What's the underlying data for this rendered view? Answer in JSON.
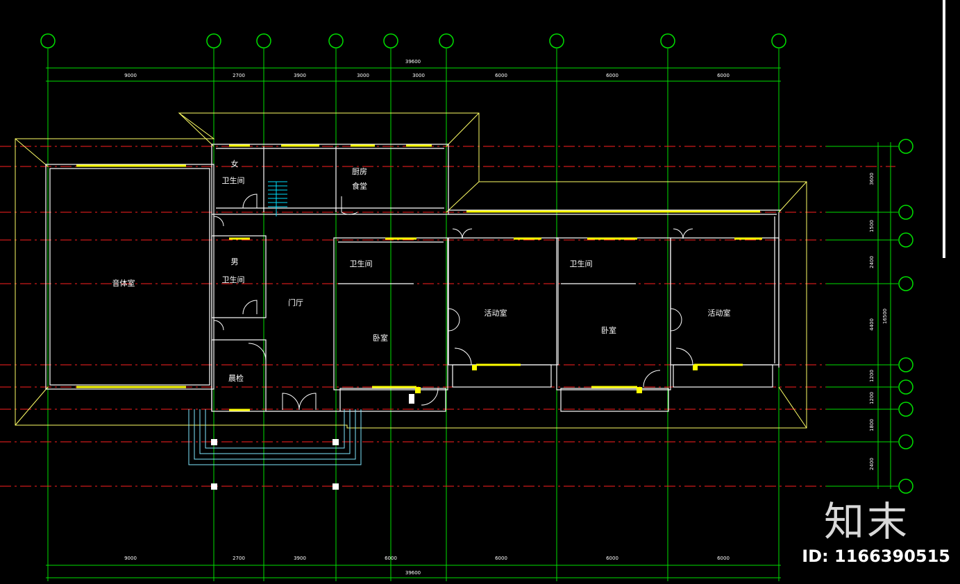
{
  "drawing": {
    "top_total_dimension": "39600",
    "bottom_total_dimension": "39600",
    "top_dimensions": [
      "9000",
      "2700",
      "3900",
      "3000",
      "3000",
      "6000",
      "6000",
      "6000"
    ],
    "bottom_dimensions": [
      "9000",
      "2700",
      "3900",
      "6000",
      "6000",
      "6000",
      "6000"
    ],
    "right_dimensions": [
      "3600",
      "1500",
      "2400",
      "4400",
      "1200",
      "1200",
      "1800",
      "2400"
    ],
    "right_total_dimension": "16500",
    "rooms": {
      "music_room": "音体室",
      "women_wc_1": "女",
      "women_wc_2": "卫生间",
      "kitchen_1": "厨房",
      "kitchen_2": "食堂",
      "men_wc_1": "男",
      "men_wc_2": "卫生间",
      "hall": "门厅",
      "morning_check": "晨检",
      "wc_a": "卫生间",
      "bedroom_a": "卧室",
      "activity_a": "活动室",
      "wc_b": "卫生间",
      "bedroom_b": "卧室",
      "activity_b": "活动室"
    },
    "colors": {
      "axis_lines": "#00e000",
      "centerlines": "#ff2020",
      "walls": "#ffffff",
      "roof_outline": "#ffff66",
      "windows": "#ffff00",
      "steps": "#80e8ff"
    }
  },
  "watermark": {
    "logo": "知末",
    "id_text": "ID: 1166390515"
  }
}
